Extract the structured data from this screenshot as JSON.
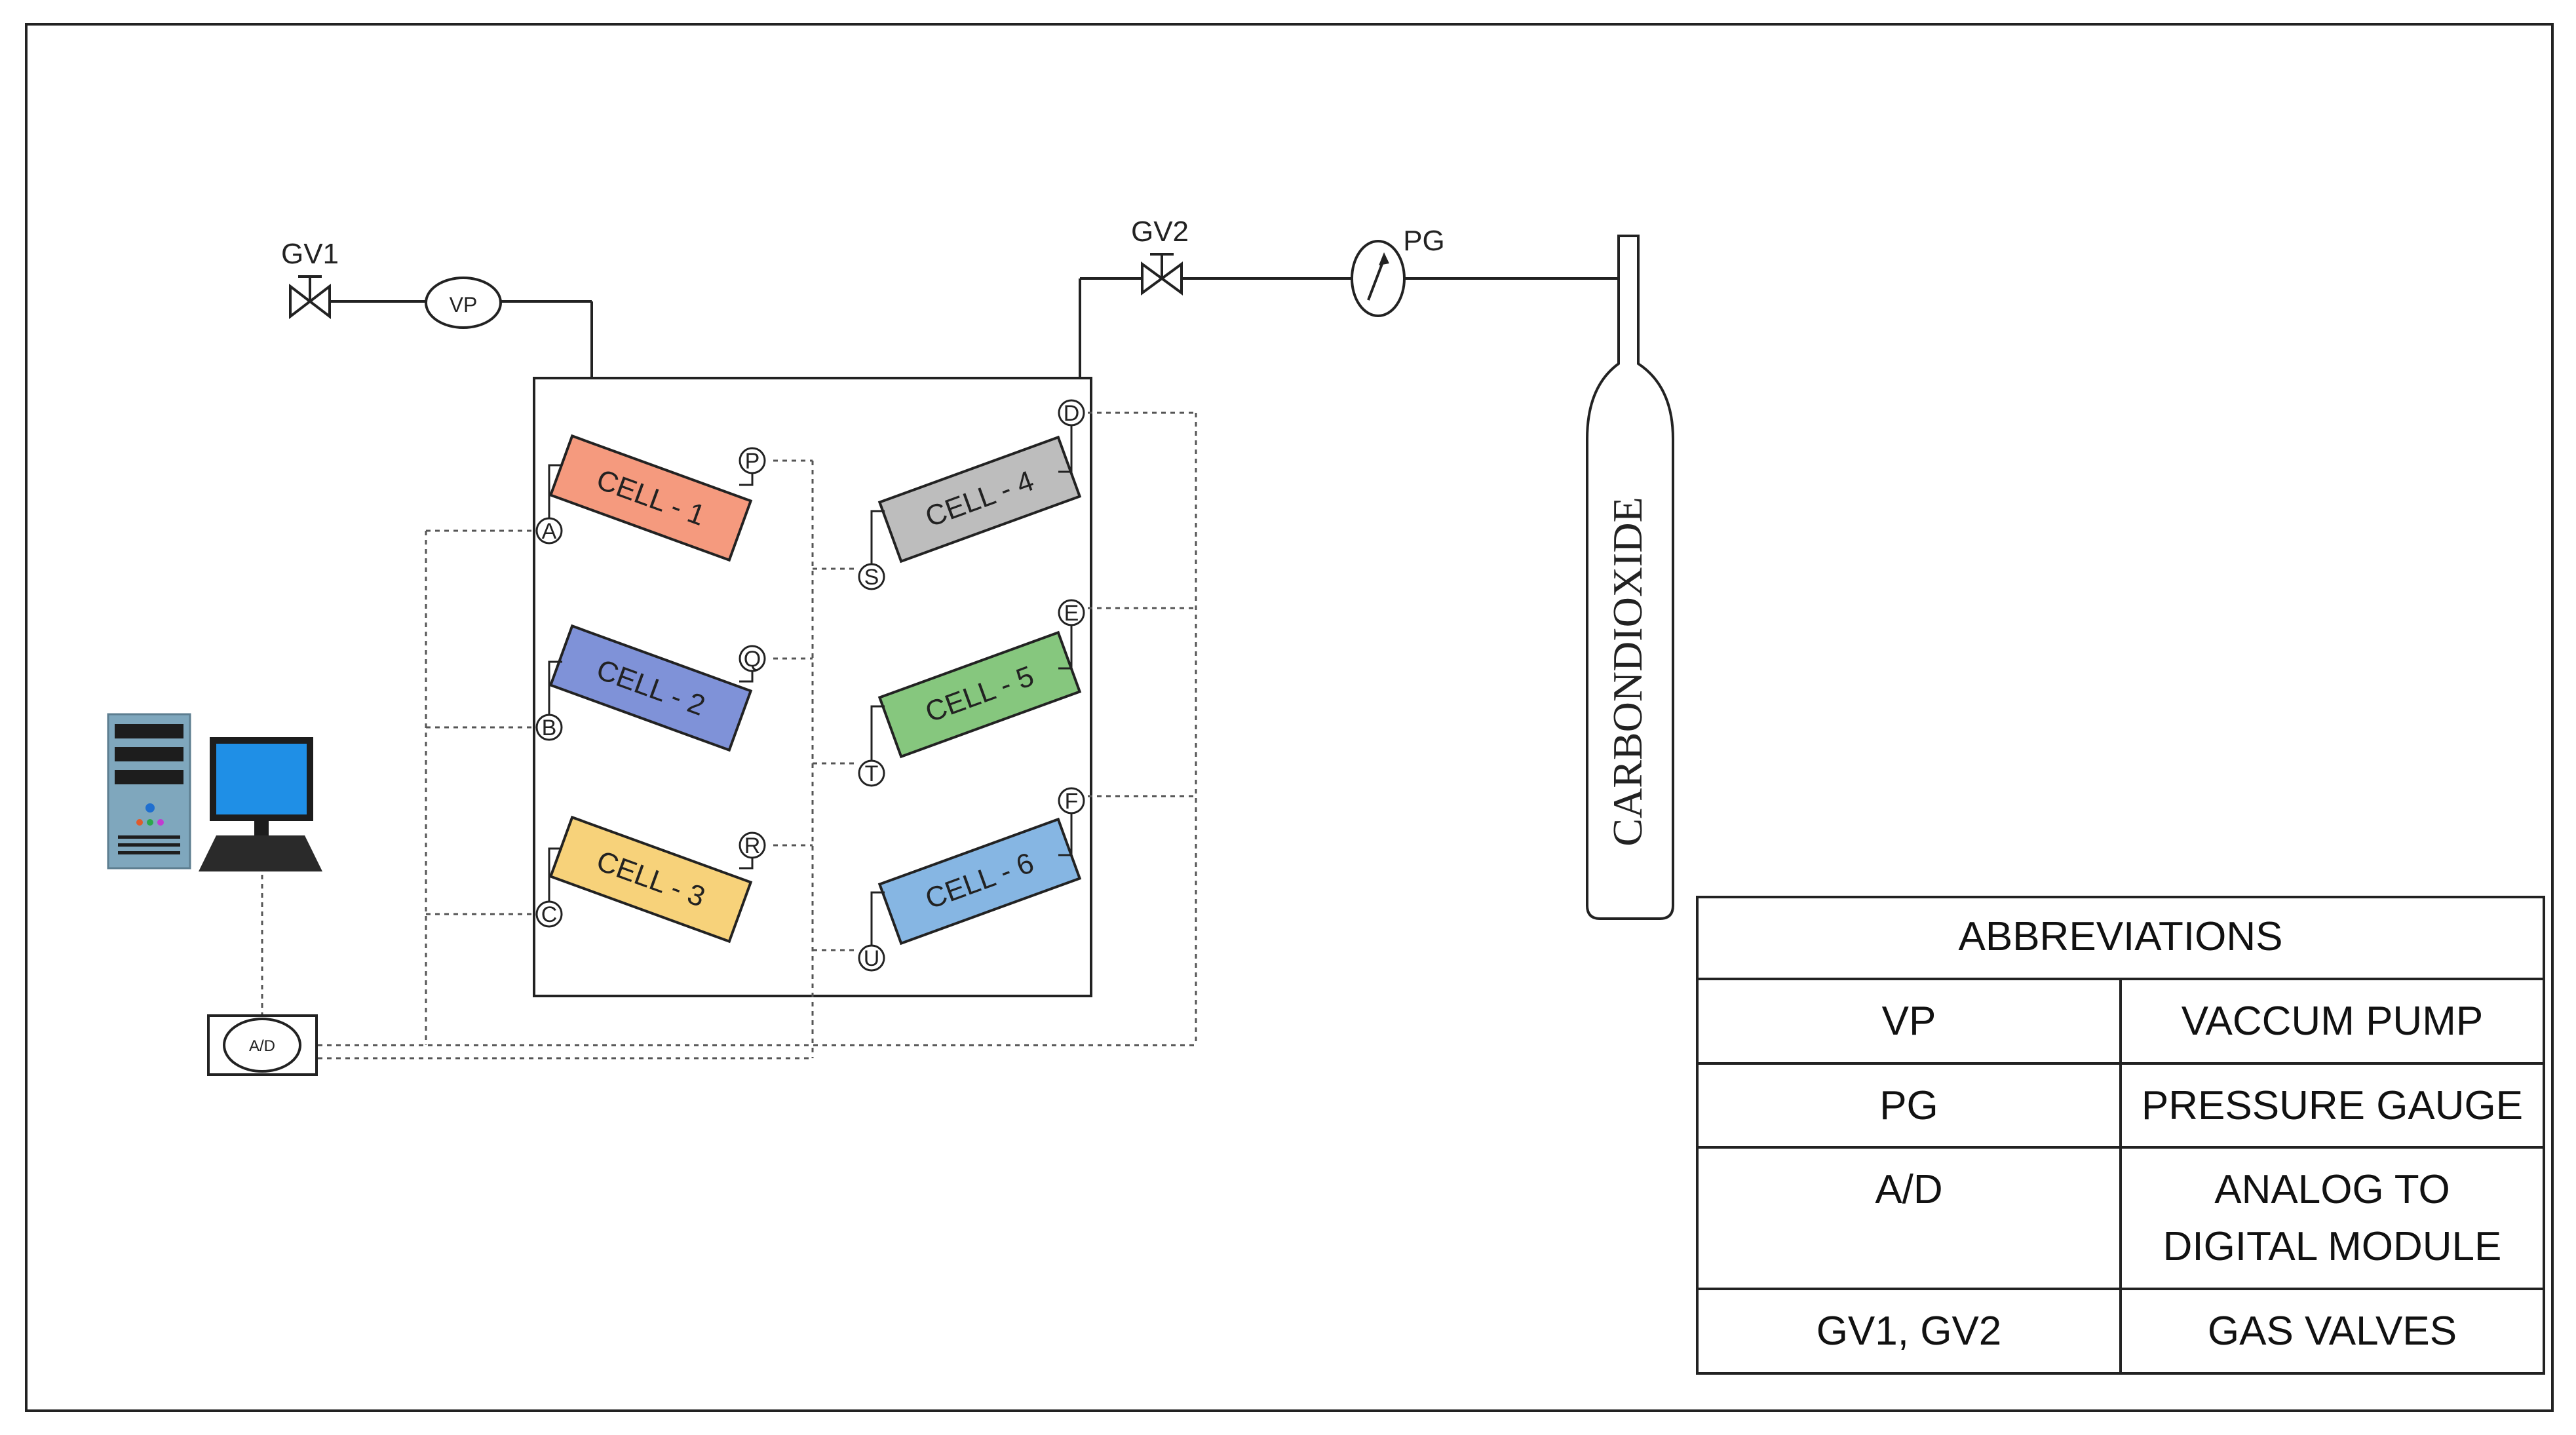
{
  "labels": {
    "gv1": "GV1",
    "gv2": "GV2",
    "vp": "VP",
    "pg": "PG",
    "ad": "A/D",
    "cylinder": "CARBONDIOXIDE"
  },
  "cells": [
    {
      "label": "CELL - 1",
      "color": "#f59a7e",
      "left_terminal": "A",
      "right_terminal": "P"
    },
    {
      "label": "CELL - 2",
      "color": "#7f92d8",
      "left_terminal": "B",
      "right_terminal": "Q"
    },
    {
      "label": "CELL - 3",
      "color": "#f7d27a",
      "left_terminal": "C",
      "right_terminal": "R"
    },
    {
      "label": "CELL - 4",
      "color": "#bdbdbd",
      "left_terminal": "S",
      "right_terminal": "D"
    },
    {
      "label": "CELL - 5",
      "color": "#86c77e",
      "left_terminal": "T",
      "right_terminal": "E"
    },
    {
      "label": "CELL - 6",
      "color": "#86b6e3",
      "left_terminal": "U",
      "right_terminal": "F"
    }
  ],
  "abbreviations": {
    "title": "ABBREVIATIONS",
    "rows": [
      {
        "abbr": "VP",
        "meaning": "VACCUM PUMP"
      },
      {
        "abbr": "PG",
        "meaning": "PRESSURE GAUGE"
      },
      {
        "abbr": "A/D",
        "meaning": "ANALOG TO\nDIGITAL MODULE"
      },
      {
        "abbr": "GV1, GV2",
        "meaning": "GAS VALVES"
      }
    ]
  },
  "colors": {
    "line": "#222222",
    "monitor_screen": "#1f8fe6",
    "tower": "#7fa7bd"
  }
}
